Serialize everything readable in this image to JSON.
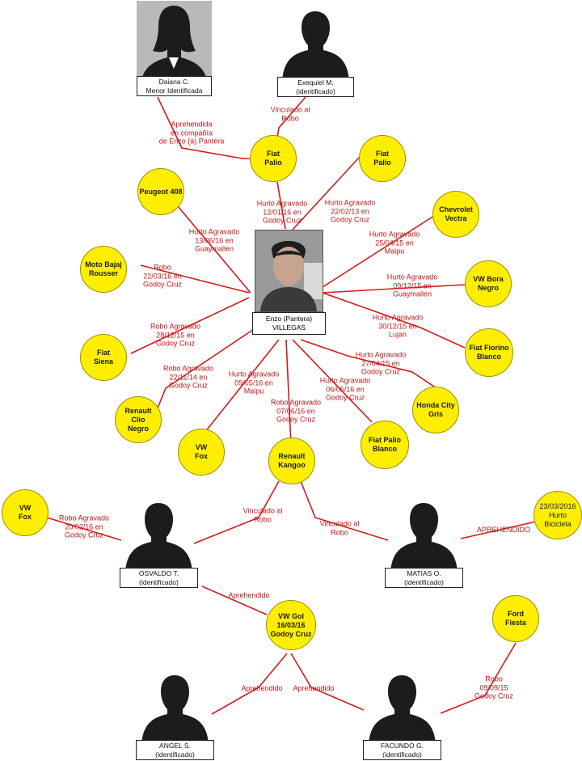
{
  "center": {
    "caption": "Enzo (Pantera)\nVILLEGAS"
  },
  "people": {
    "daiana": {
      "caption": "Daiana C.\nMenor Identificada"
    },
    "exequiel": {
      "caption": "Exequiel M.\n(identificado)"
    },
    "osvaldo": {
      "caption": "OSVALDO T.\n(identificado)"
    },
    "matias": {
      "caption": "MATIAS O.\n(identificado)"
    },
    "angel": {
      "caption": "ANGEL S.\n(identificado)"
    },
    "facundo": {
      "caption": "FACUNDO G.\n(identificado)"
    }
  },
  "nodes": {
    "fiat_palio_1": "Fiat\nPalio",
    "fiat_palio_2": "Fiat\nPalio",
    "peugeot_408": "Peugeot 408",
    "chevrolet": "Chevrolet\nVectra",
    "moto_bajaj": "Moto Bajaj\nRousser",
    "vw_bora": "VW Bora\nNegro",
    "fiat_siena": "Fiat\nSiena",
    "fiat_fiorino": "Fiat Fiorino\nBlanco",
    "renault_clio": "Renault\nClio\nNegro",
    "honda_city": "Honda City\nGris",
    "vw_fox_1": "VW\nFox",
    "fiat_palio_blanco": "Fiat Palio\nBlanco",
    "renault_kangoo": "Renault\nKangoo",
    "vw_fox_2": "VW\nFox",
    "hurto_bicicleta": "23/03/2016\nHurto\nBicicleta",
    "vw_gol": "VW Gol\n16/03/16\nGodoy Cruz",
    "ford_fiesta": "Ford\nFiesta"
  },
  "edges": {
    "daiana_palio": "Aprehendida\nen compañía\nde Enzo (a) Pantera",
    "exequiel_palio": "Vinculado al\nRobo",
    "palio1": "Hurto Agravado\n12/01/16 en\nGodoy Cruz",
    "palio2": "Hurto Agravado\n22/02/13 en\nGodoy Cruz",
    "peugeot": "Hurto Agravado\n13/06/16 en\nGuaymallen",
    "chevrolet": "Hurto Agravado\n25/04/15 en\nMaipu",
    "moto": "Robo\n22/03/16 en\nGodoy Cruz",
    "bora": "Hurto Agravado\n09/12/15 en\nGuaymallen",
    "siena": "Robo Agravado\n28/12/15 en\nGodoy Cruz",
    "fiorino": "Hurto Agravado\n30/12/15 en\nLujan",
    "clio": "Robo Agravado\n22/11/14 en\nGodoy Cruz",
    "honda": "Hurto Agravado\n27/04/15 en\nGodoy Cruz",
    "fox1": "Hurto Agravado\n09/05/16 en\nMaipu",
    "kangoo": "Robo Agravado\n07/06/16 en\nGodoy Cruz",
    "palio_blanco": "Hurto Agravado\n06/05/16 en\nGodoy Cruz",
    "osvaldo_kangoo": "Vinculado al\nRobo",
    "matias_kangoo": "Vinculado al\nRobo",
    "fox2": "Robo Agravado\n20/02/16 en\nGodoy Cruz",
    "bicicleta": "APREHENDIDO",
    "osvaldo_gol": "Aprehendido",
    "angel_gol": "Aprehendido",
    "facundo_gol": "Aprehendido",
    "fiesta": "Robo\n09/09/15\nGodoy Cruz"
  },
  "colors": {
    "node_fill": "#ffee00",
    "link": "#d11a1a",
    "label": "#c0181b"
  }
}
